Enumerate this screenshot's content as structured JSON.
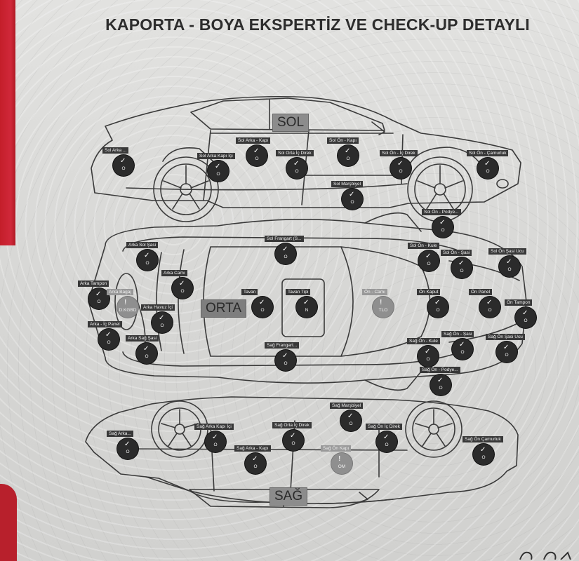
{
  "title": "KAPORTA - BOYA EKSPERTİZ VE CHECK-UP DETAYLI",
  "sections": {
    "left": "SOL",
    "middle": "ORTA",
    "right": "SAĞ"
  },
  "icons": {
    "ok": "checkmark-icon",
    "warn": "exclamation-icon"
  },
  "colors": {
    "pin": "#2b2b2b",
    "pin_muted": "#8f8f8f",
    "accent": "#c41e2a"
  },
  "parts_sol": [
    {
      "label": "Sol Arka ...",
      "code": "O",
      "icon": "check"
    },
    {
      "label": "Sol Arka - Kapı",
      "code": "O",
      "icon": "check"
    },
    {
      "label": "Sol Arka Kapı İçi",
      "code": "O",
      "icon": "check"
    },
    {
      "label": "Sol Orta İç Direk",
      "code": "O",
      "icon": "check"
    },
    {
      "label": "Sol Ön - Kapı",
      "code": "O",
      "icon": "check"
    },
    {
      "label": "Sol Ön - İç Direk",
      "code": "O",
      "icon": "check"
    },
    {
      "label": "Sol Ön - Çamurluk",
      "code": "O",
      "icon": "check"
    },
    {
      "label": "Sol Marşbiyel",
      "code": "O",
      "icon": "check"
    }
  ],
  "parts_orta": [
    {
      "label": "Sol Ön - Podye...",
      "code": "O",
      "icon": "check",
      "muted": false
    },
    {
      "label": "Sol Frangart (S...",
      "code": "O",
      "icon": "check",
      "muted": false
    },
    {
      "label": "Arka Sol Şasi",
      "code": "O",
      "icon": "check",
      "muted": false
    },
    {
      "label": "Sol Ön - Kule",
      "code": "O",
      "icon": "check",
      "muted": false
    },
    {
      "label": "Sol Ön - Şasi",
      "code": "O",
      "icon": "check",
      "muted": false
    },
    {
      "label": "Sol Ön Şasi Ucu",
      "code": "O",
      "icon": "check",
      "muted": false
    },
    {
      "label": "Arka Tampon",
      "code": "O",
      "icon": "check",
      "muted": false
    },
    {
      "label": "Arka Camı",
      "code": "O",
      "icon": "check",
      "muted": false
    },
    {
      "label": "Arka Bagaj",
      "code": "D.KGBD",
      "icon": "warn",
      "muted": true
    },
    {
      "label": "Arka Havuz İçi",
      "code": "O",
      "icon": "check",
      "muted": false
    },
    {
      "label": "Tavan",
      "code": "O",
      "icon": "check",
      "muted": false
    },
    {
      "label": "Tavan Tipi",
      "code": "N",
      "icon": "check",
      "muted": false
    },
    {
      "label": "Ön - Camı",
      "code": "TLO",
      "icon": "warn",
      "muted": true
    },
    {
      "label": "Ön Kaput",
      "code": "O",
      "icon": "check",
      "muted": false
    },
    {
      "label": "Ön Panel",
      "code": "O",
      "icon": "check",
      "muted": false
    },
    {
      "label": "Ön Tampon",
      "code": "O",
      "icon": "check",
      "muted": false
    },
    {
      "label": "Arka - İç Panel",
      "code": "O",
      "icon": "check",
      "muted": false
    },
    {
      "label": "Arka Sağ Şasi",
      "code": "O",
      "icon": "check",
      "muted": false
    },
    {
      "label": "Sağ Frangart...",
      "code": "O",
      "icon": "check",
      "muted": false
    },
    {
      "label": "Sağ Ön - Kule",
      "code": "O",
      "icon": "check",
      "muted": false
    },
    {
      "label": "Sağ Ön - Şasi",
      "code": "O",
      "icon": "check",
      "muted": false
    },
    {
      "label": "Sağ Ön Şasi Ucu",
      "code": "O",
      "icon": "check",
      "muted": false
    },
    {
      "label": "Sağ Ön - Podye...",
      "code": "O",
      "icon": "check",
      "muted": false
    }
  ],
  "parts_sag": [
    {
      "label": "Sağ Marşbiyel",
      "code": "O",
      "icon": "check",
      "muted": false
    },
    {
      "label": "Sağ Arka...",
      "code": "O",
      "icon": "check",
      "muted": false
    },
    {
      "label": "Sağ Arka Kapı İçi",
      "code": "O",
      "icon": "check",
      "muted": false
    },
    {
      "label": "Sağ Orta İç Direk",
      "code": "O",
      "icon": "check",
      "muted": false
    },
    {
      "label": "Sağ Ön İç Direk",
      "code": "O",
      "icon": "check",
      "muted": false
    },
    {
      "label": "Sağ Arka - Kapı",
      "code": "O",
      "icon": "check",
      "muted": false
    },
    {
      "label": "Sağ Ön Kapı",
      "code": "OM",
      "icon": "warn",
      "muted": true
    },
    {
      "label": "Sağ Ön Çamurluk",
      "code": "O",
      "icon": "check",
      "muted": false
    }
  ]
}
